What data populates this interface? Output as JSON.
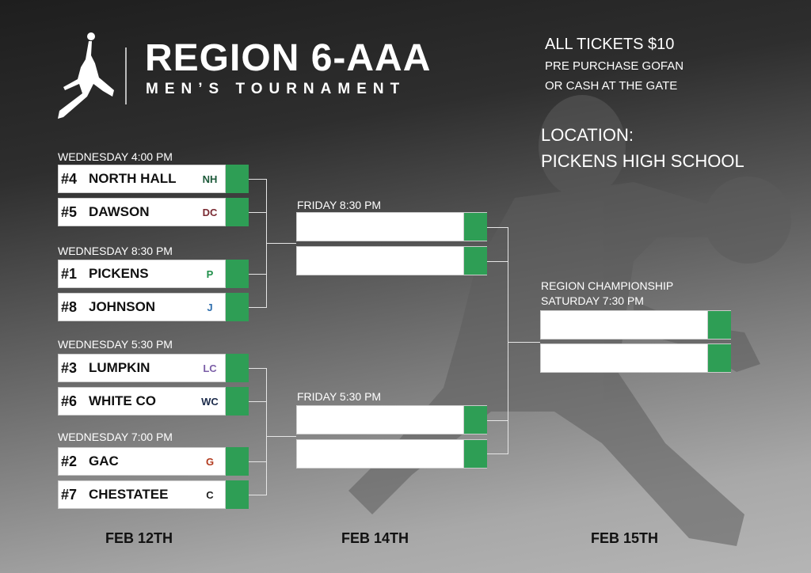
{
  "header": {
    "title": "REGION 6-AAA",
    "subtitle": "MEN’S TOURNAMENT"
  },
  "info": {
    "tickets": "ALL TICKETS $10",
    "line2": "PRE PURCHASE GOFAN",
    "line3": "OR CASH AT THE GATE",
    "location_label": "LOCATION:",
    "location": "PICKENS HIGH SCHOOL"
  },
  "round1": {
    "games": [
      {
        "time": "WEDNESDAY 4:00 PM",
        "teams": [
          {
            "seed": "#4",
            "name": "NORTH HALL",
            "logo": "NH"
          },
          {
            "seed": "#5",
            "name": "DAWSON",
            "logo": "DC"
          }
        ]
      },
      {
        "time": "WEDNESDAY 8:30 PM",
        "teams": [
          {
            "seed": "#1",
            "name": "PICKENS",
            "logo": "P"
          },
          {
            "seed": "#8",
            "name": "JOHNSON",
            "logo": "J"
          }
        ]
      },
      {
        "time": "WEDNESDAY 5:30 PM",
        "teams": [
          {
            "seed": "#3",
            "name": "LUMPKIN",
            "logo": "LC"
          },
          {
            "seed": "#6",
            "name": "WHITE CO",
            "logo": "WC"
          }
        ]
      },
      {
        "time": "WEDNESDAY 7:00 PM",
        "teams": [
          {
            "seed": "#2",
            "name": "GAC",
            "logo": "G"
          },
          {
            "seed": "#7",
            "name": "CHESTATEE",
            "logo": "C"
          }
        ]
      }
    ]
  },
  "round2": {
    "games": [
      {
        "time": "FRIDAY  8:30 PM"
      },
      {
        "time": "FRIDAY  5:30 PM"
      }
    ]
  },
  "final": {
    "title": "REGION CHAMPIONSHIP",
    "time": "SATURDAY 7:30 PM"
  },
  "dates": [
    "FEB 12TH",
    "FEB 14TH",
    "FEB 15TH"
  ],
  "colors": {
    "score": "#2e9e55"
  }
}
